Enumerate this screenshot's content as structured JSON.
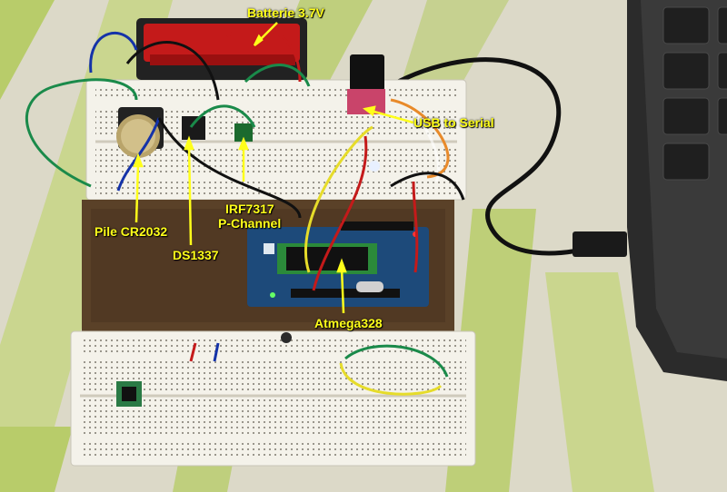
{
  "photo": {
    "subject": "breadboard-circuit-with-arduino-and-laptop",
    "colors": {
      "annotation": "#ffff1a",
      "tablecloth_stripe": "#b8cc6a",
      "breadboard": "#f4f2ea",
      "pcb": "#1d4a7a",
      "battery_holder": "#c41a1a",
      "laptop": "#2b2b2b"
    }
  },
  "labels": {
    "battery": "Batterie 3.7V",
    "usb_serial": "USB to Serial",
    "irf": "IRF7317",
    "irf_channel": "P-Channel",
    "pile": "Pile CR2032",
    "ds1337": "DS1337",
    "atmega": "Atmega328"
  }
}
